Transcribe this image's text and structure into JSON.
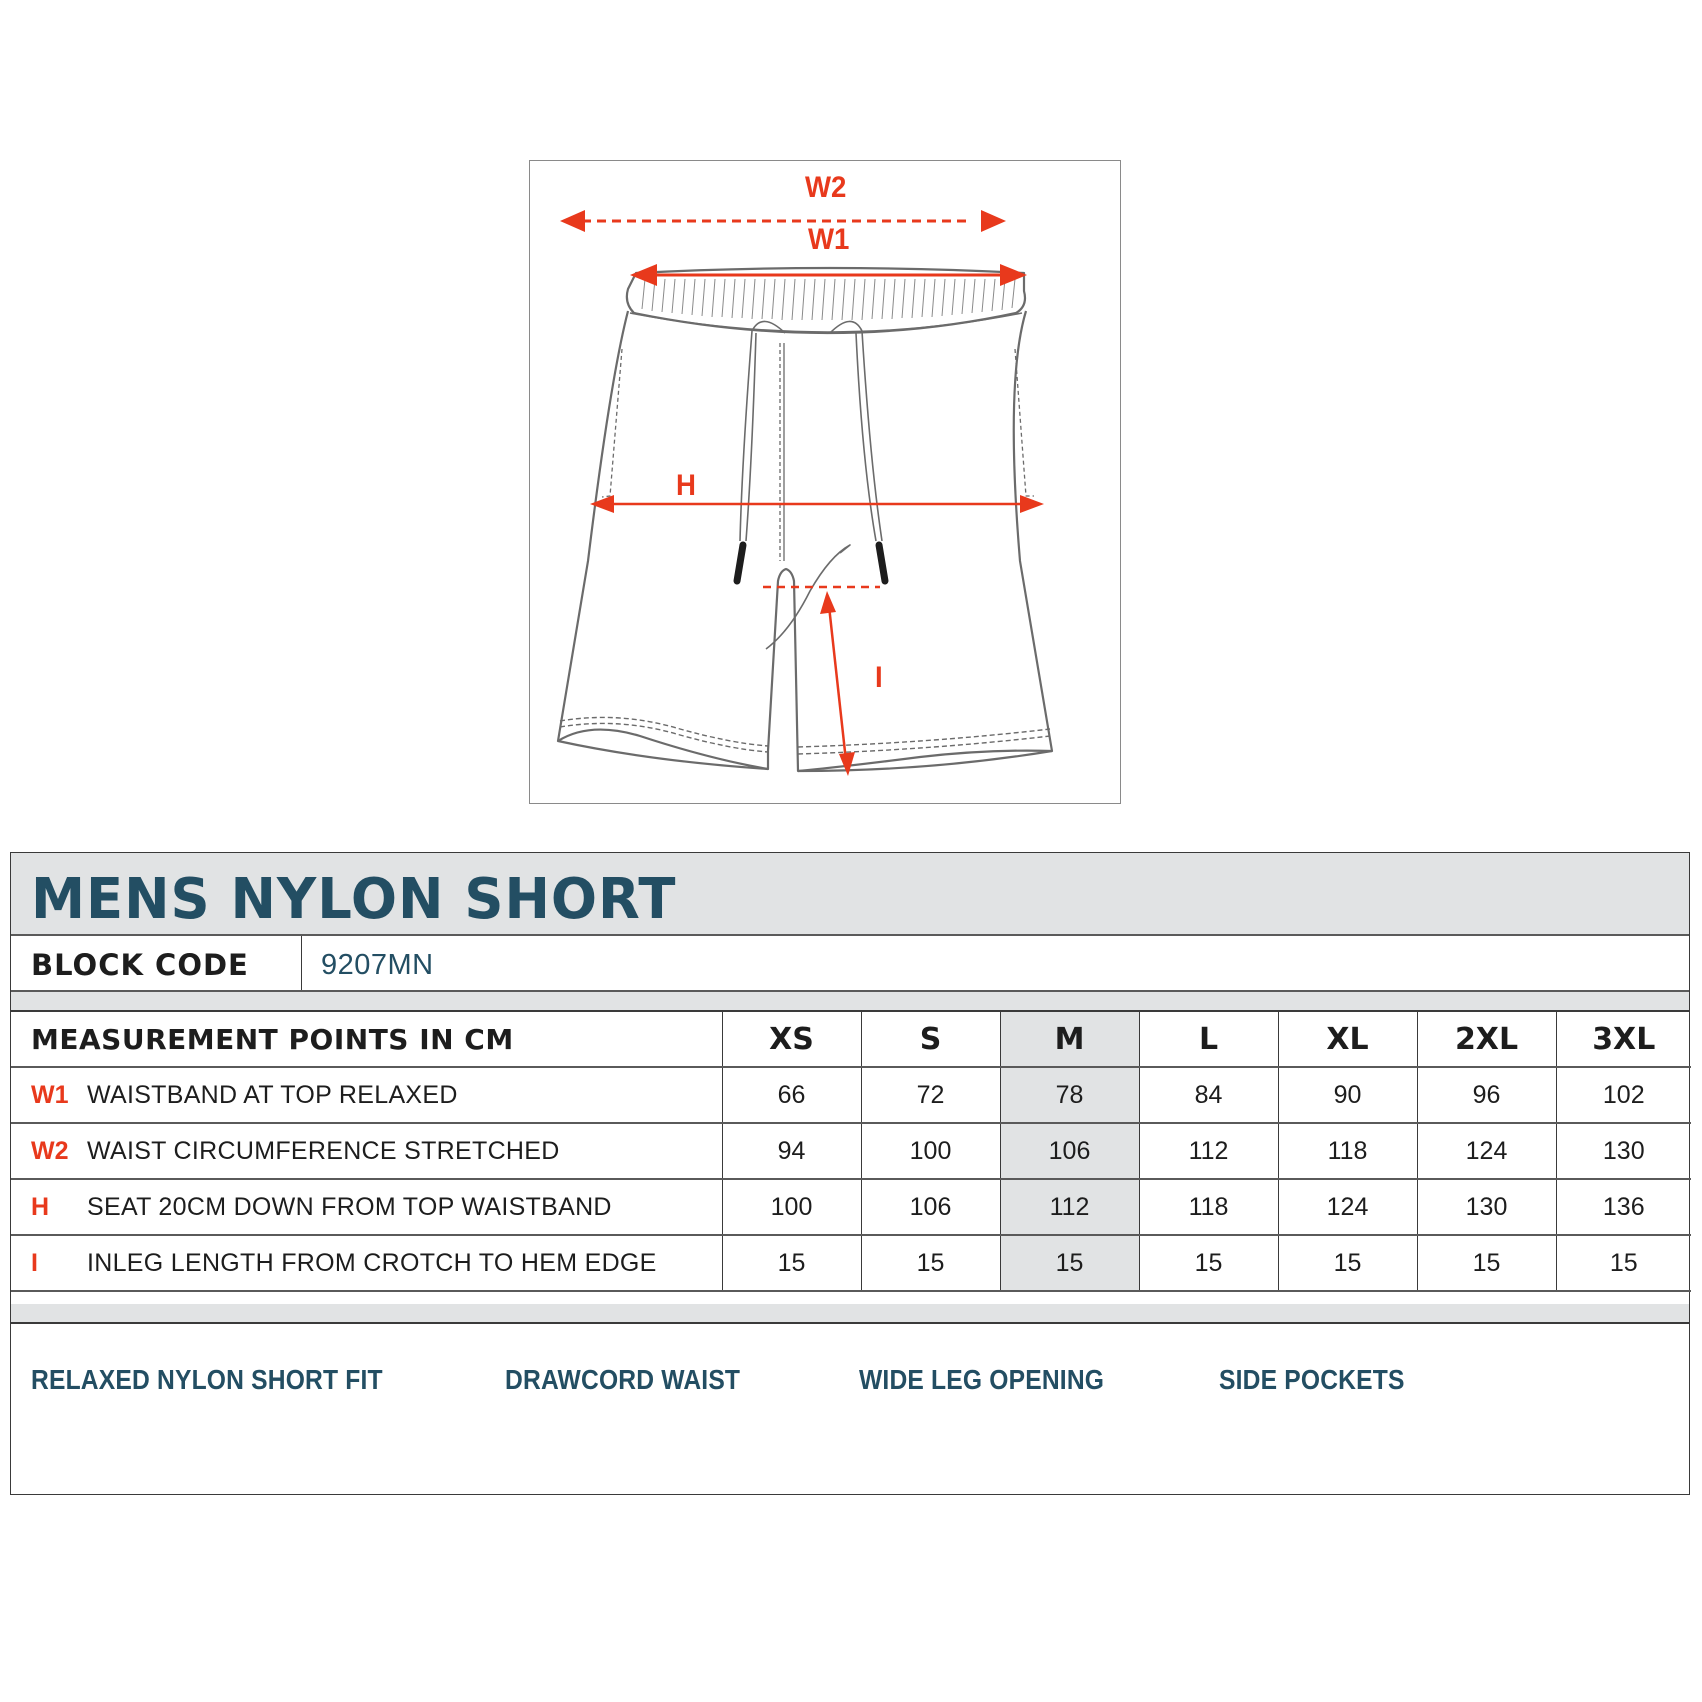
{
  "diagram": {
    "garment": "shorts-technical-flat",
    "labels": {
      "w2": "W2",
      "w1": "W1",
      "h": "H",
      "i": "I"
    },
    "accent_color": "#e8391c",
    "line_color": "#6b6b6b"
  },
  "sheet": {
    "title": "MENS NYLON SHORT",
    "block_code_label": "BLOCK CODE",
    "block_code_value": "9207MN",
    "table": {
      "header_label": "MEASUREMENT POINTS IN CM",
      "sizes": [
        "XS",
        "S",
        "M",
        "L",
        "XL",
        "2XL",
        "3XL"
      ],
      "highlighted_size": "M",
      "rows": [
        {
          "code": "W1",
          "description": "WAISTBAND AT TOP RELAXED",
          "values": [
            "66",
            "72",
            "78",
            "84",
            "90",
            "96",
            "102"
          ]
        },
        {
          "code": "W2",
          "description": "WAIST CIRCUMFERENCE STRETCHED",
          "values": [
            "94",
            "100",
            "106",
            "112",
            "118",
            "124",
            "130"
          ]
        },
        {
          "code": "H",
          "description": "SEAT 20CM DOWN FROM TOP WAISTBAND",
          "values": [
            "100",
            "106",
            "112",
            "118",
            "124",
            "130",
            "136"
          ]
        },
        {
          "code": "I",
          "description": "INLEG LENGTH FROM CROTCH TO HEM EDGE",
          "values": [
            "15",
            "15",
            "15",
            "15",
            "15",
            "15",
            "15"
          ]
        }
      ]
    },
    "features": [
      "RELAXED NYLON SHORT FIT",
      "DRAWCORD WAIST",
      "WIDE LEG OPENING",
      "SIDE POCKETS"
    ],
    "colors": {
      "title": "#234e63",
      "code": "#e8391c",
      "band": "#e1e3e4",
      "text": "#1d1d1d"
    }
  }
}
